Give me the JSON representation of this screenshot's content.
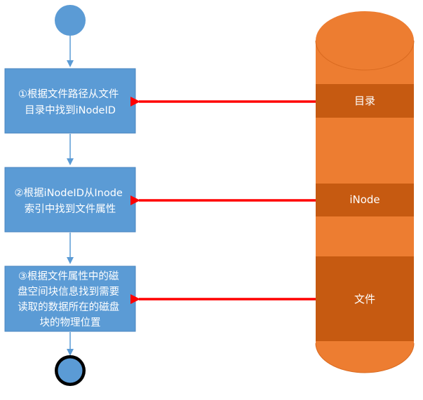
{
  "steps": [
    {
      "lines": [
        "①根据文件路径从文件",
        "目录中找到iNodeID"
      ]
    },
    {
      "lines": [
        "②根据iNodeID从Inode",
        "索引中找到文件属性"
      ]
    },
    {
      "lines": [
        "③根据文件属性中的磁",
        "盘空间块信息找到需要",
        "读取的数据所在的磁盘",
        "块的物理位置"
      ]
    }
  ],
  "storage": {
    "segments": {
      "directory": "目录",
      "inode": "iNode",
      "file": "文件"
    }
  },
  "colors": {
    "step_fill": "#5b9bd5",
    "step_border": "#4a86c0",
    "cylinder_fill": "#ed7d31",
    "segment_fill": "#c65a11",
    "arrow_red": "#ff0000",
    "flow_arrow": "#5b9bd5",
    "end_ring": "#000000"
  }
}
